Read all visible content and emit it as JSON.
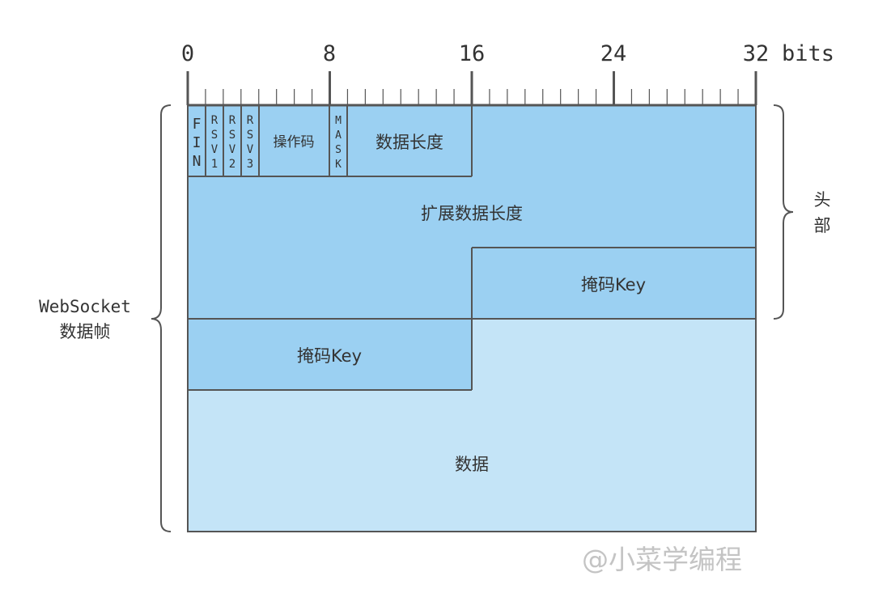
{
  "ruler": {
    "labels": [
      "0",
      "8",
      "16",
      "24",
      "32"
    ],
    "unit": "bits"
  },
  "fields": {
    "fin": [
      "F",
      "I",
      "N"
    ],
    "rsv1": [
      "R",
      "S",
      "V",
      "1"
    ],
    "rsv2": [
      "R",
      "S",
      "V",
      "2"
    ],
    "rsv3": [
      "R",
      "S",
      "V",
      "3"
    ],
    "opcode": "操作码",
    "mask": [
      "M",
      "A",
      "S",
      "K"
    ],
    "payload_len": "数据长度",
    "ext_payload_len": "扩展数据长度",
    "masking_key_1": "掩码Key",
    "masking_key_2": "掩码Key",
    "payload_data": "数据"
  },
  "brackets": {
    "frame_label_line1": "WebSocket",
    "frame_label_line2": "数据帧",
    "header_label_line1": "头",
    "header_label_line2": "部"
  },
  "watermark": "@小菜学编程",
  "colors": {
    "header_fill": "#9bd0f2",
    "payload_fill": "#c4e4f7",
    "stroke": "#555555",
    "text": "#333333",
    "watermark": "#c4c4c4"
  }
}
